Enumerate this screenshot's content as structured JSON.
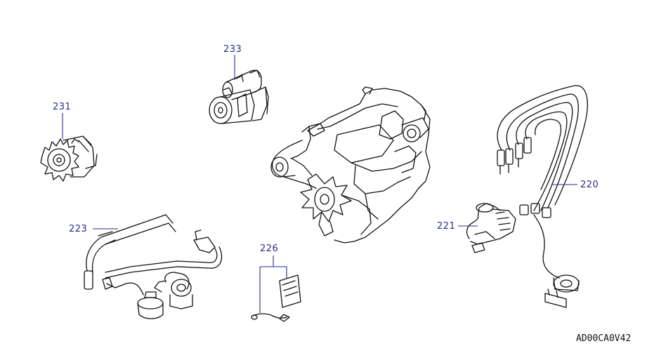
{
  "colors": {
    "callout": "#2a2a8c",
    "line": "#111111",
    "background": "#ffffff"
  },
  "callouts": {
    "p233": "233",
    "p231": "231",
    "p223": "223",
    "p226": "226",
    "p221": "221",
    "p220": "220"
  },
  "drawing_code": "AD00CA0V42"
}
